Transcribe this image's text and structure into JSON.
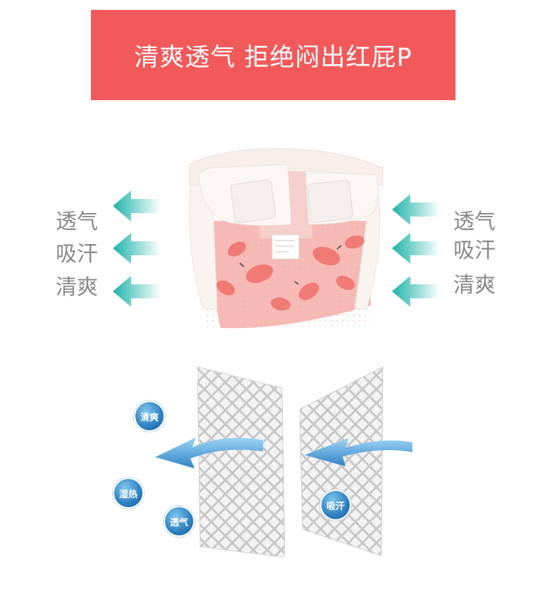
{
  "banner": {
    "title": "清爽透气  拒绝闷出红屁P"
  },
  "left_labels": [
    "透气",
    "吸汗",
    "清爽"
  ],
  "right_labels": [
    "透气",
    "吸汗",
    "清爽"
  ],
  "product": {
    "tag_text": ""
  },
  "bubbles": {
    "fresh": "清爽",
    "humid_heat": "湿热",
    "breathable": "透气",
    "sweat": "吸汗"
  },
  "colors": {
    "banner": "#f2595a",
    "arrow_teal": "#26b8b0",
    "bubble_blue": "#2c7fc1",
    "pear": "#ef7b74",
    "fabric_pink": "#f6b9b4"
  }
}
